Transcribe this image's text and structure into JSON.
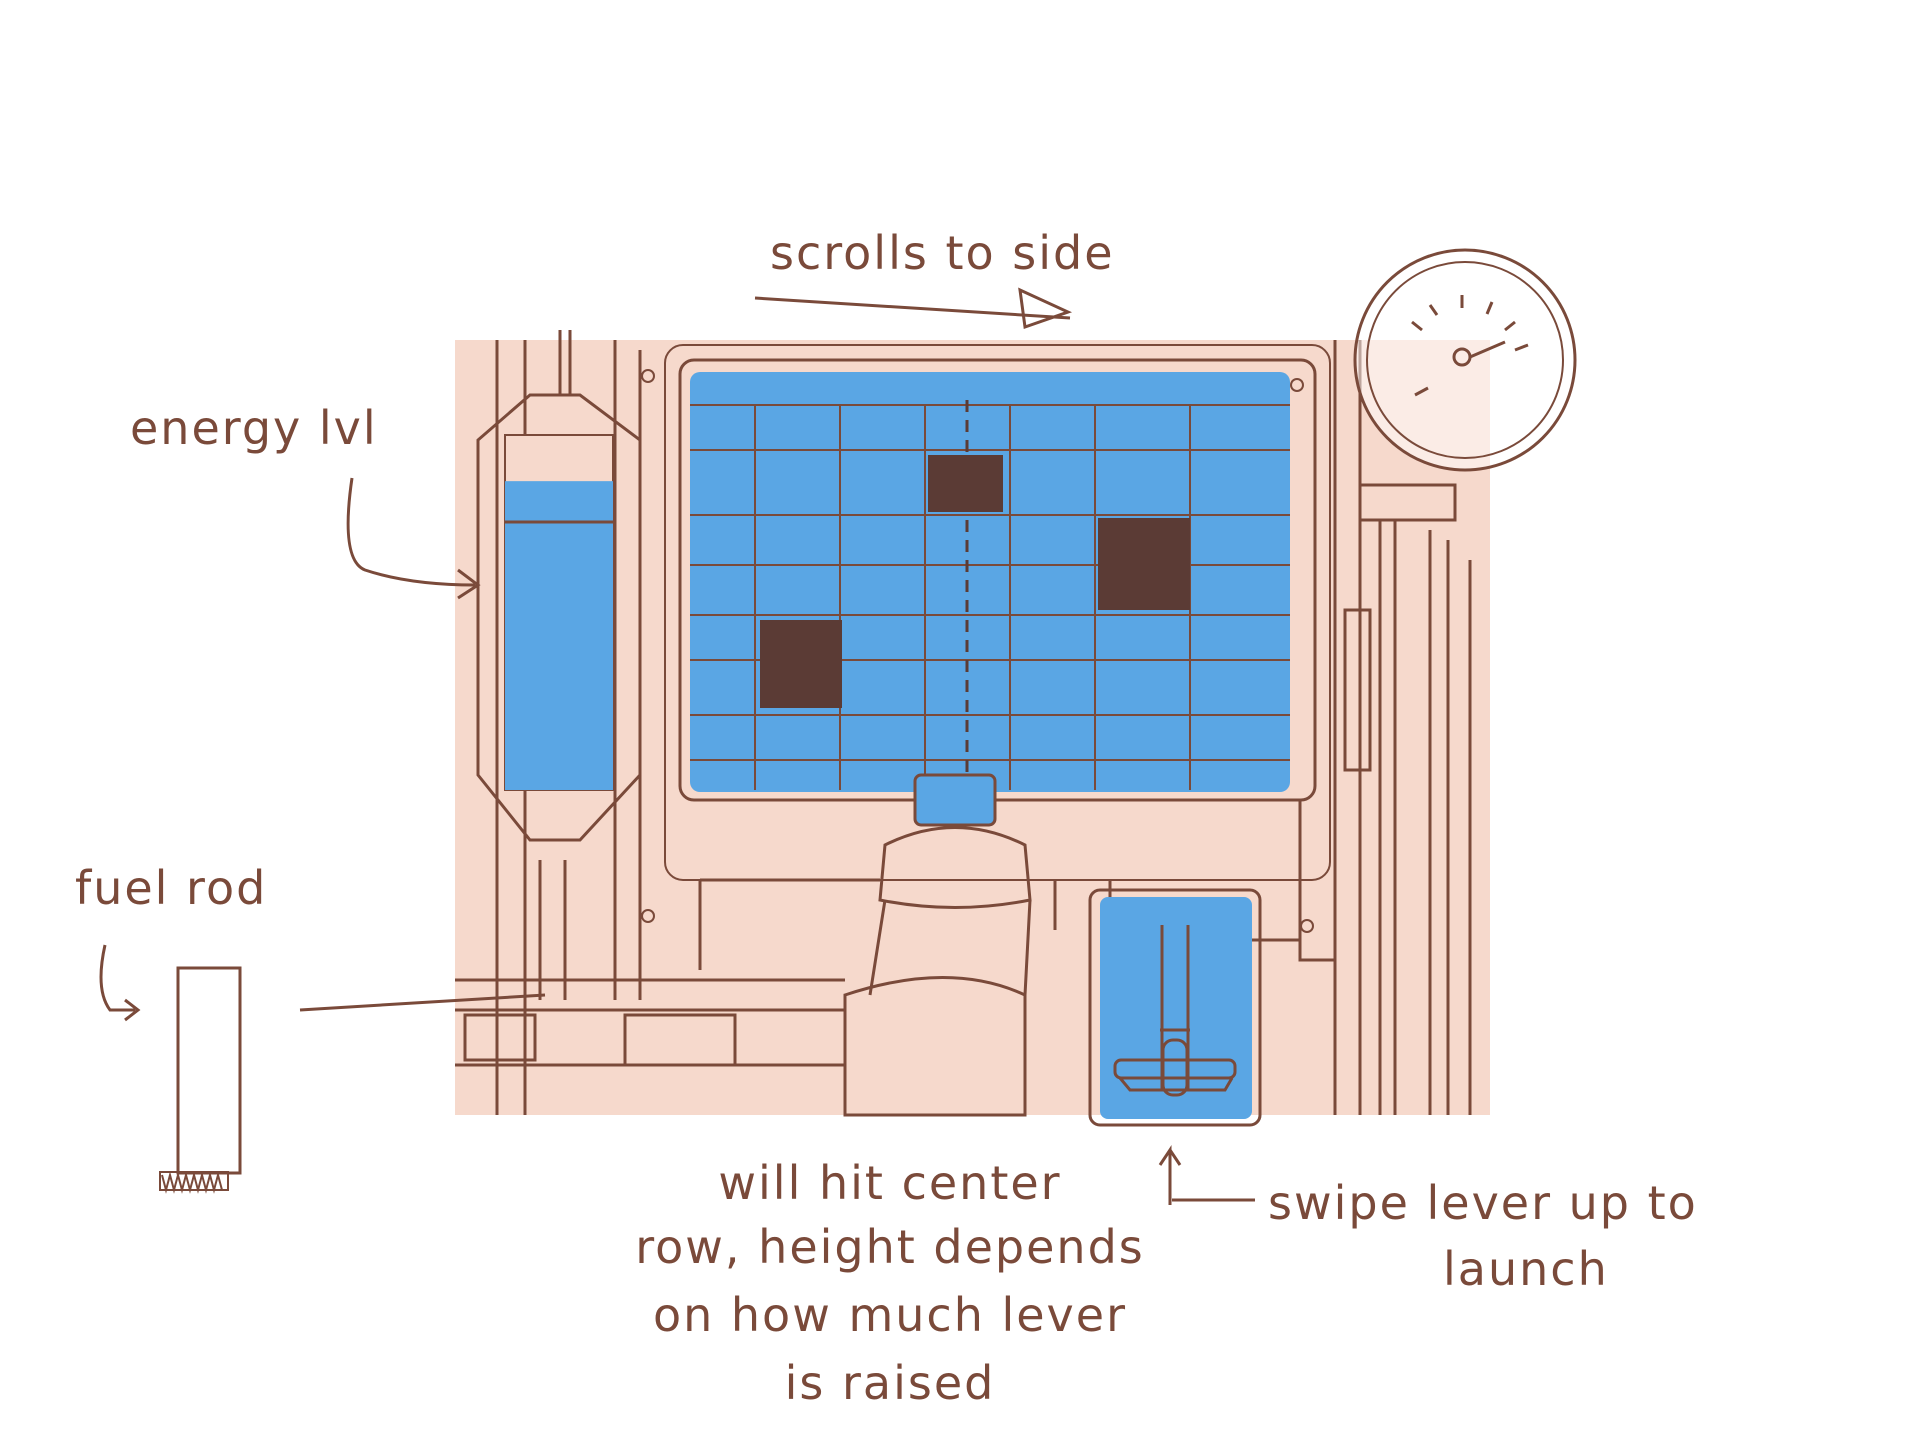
{
  "annotations": {
    "scrolls": "scrolls to side",
    "energy": "energy lvl",
    "fuel": "fuel rod",
    "center_lines": [
      "will hit center",
      "row, height depends",
      "on how much lever",
      "is raised"
    ],
    "lever_lines": [
      "swipe lever up to",
      "launch"
    ]
  },
  "gauge": {
    "tick_label": ""
  },
  "colors": {
    "panel": "#f6d9cc",
    "screen": "#5aa6e4",
    "ink": "#7a4a3a",
    "block": "#5b3b35"
  },
  "energy_level": 0.87,
  "lever_level": 0.2
}
